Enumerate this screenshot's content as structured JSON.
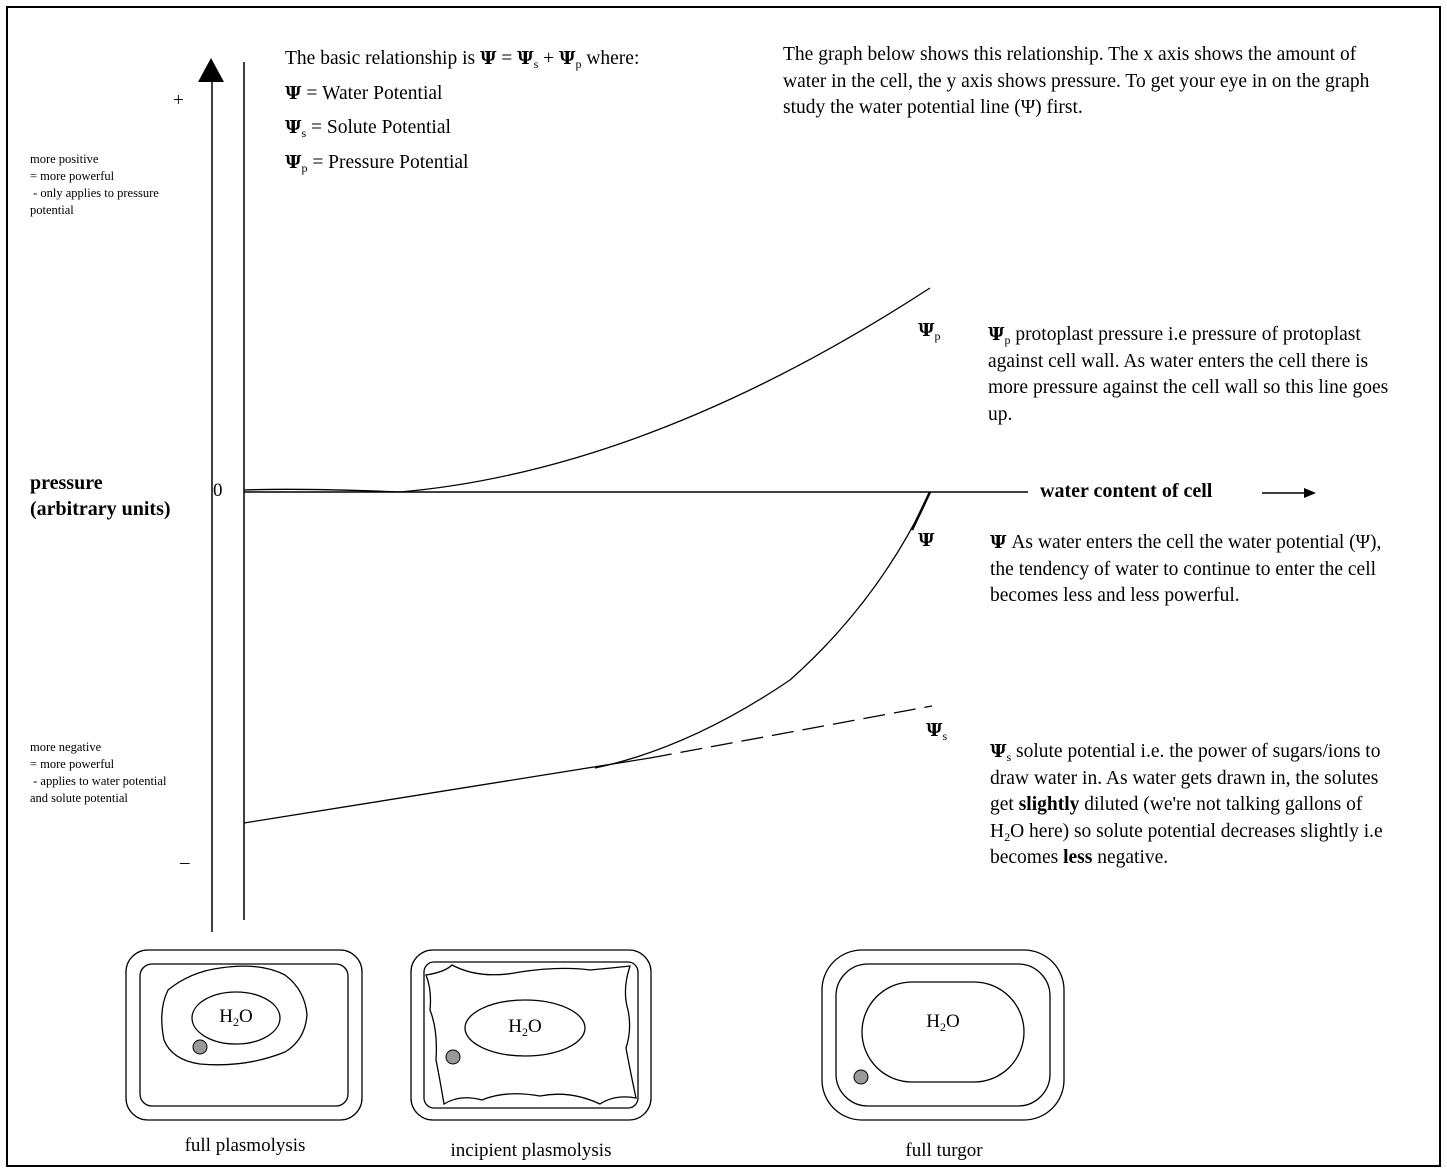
{
  "intro": {
    "prefix": "The basic relationship is",
    "equation": {
      "psi": "Ψ",
      "equals": " = ",
      "s": "s",
      "plus": " + ",
      "p": "p",
      "suffix": " where:"
    },
    "defs": [
      {
        "sub": "",
        "text": " = Water Potential"
      },
      {
        "sub": "s",
        "text": " = Solute Potential"
      },
      {
        "sub": "p",
        "text": " = Pressure Potential"
      }
    ]
  },
  "graph_note": "The graph below shows this relationship. The x axis shows the amount of water in the cell, the y axis shows pressure. To get your eye in on the graph study the water potential line (Ψ) first.",
  "y_axis": {
    "plus": "+",
    "minus": "–",
    "zero": "0",
    "label_line1": "pressure",
    "label_line2": "(arbitrary units)",
    "positive_note": [
      "more positive",
      "= more powerful",
      " - only applies to pressure",
      "potential"
    ],
    "negative_note": [
      "more negative",
      "= more powerful",
      " - applies to water potential",
      "and solute potential"
    ]
  },
  "x_axis": {
    "label": "water content of cell"
  },
  "curves": {
    "psi_p_label_sub": "p",
    "psi_label": "Ψ",
    "psi_s_label_sub": "s"
  },
  "descriptions": {
    "psi_p": {
      "sym_sub": "p",
      "text": " protoplast pressure i.e pressure of protoplast against cell wall. As water enters the cell there is more pressure against the cell wall so this line goes up."
    },
    "psi": {
      "sym": "Ψ",
      "text": " As water enters the cell the water potential (Ψ), the tendency of water to continue to enter the cell becomes less and less powerful."
    },
    "psi_s": {
      "sym_sub": "s",
      "part1": " solute potential i.e. the power of sugars/ions to draw water in. As water gets drawn in, the solutes get ",
      "bold1": "slightly",
      "part2": " diluted (we're not talking gallons of H",
      "h2o_sub": "2",
      "part3": "O here) so solute potential decreases slightly i.e becomes ",
      "bold2": "less",
      "part4": " negative."
    }
  },
  "cells": [
    {
      "caption": "full plasmolysis",
      "h": "H",
      "sub": "2",
      "o": "O"
    },
    {
      "caption": "incipient plasmolysis",
      "h": "H",
      "sub": "2",
      "o": "O"
    },
    {
      "caption": "full turgor",
      "h": "H",
      "sub": "2",
      "o": "O"
    }
  ]
}
